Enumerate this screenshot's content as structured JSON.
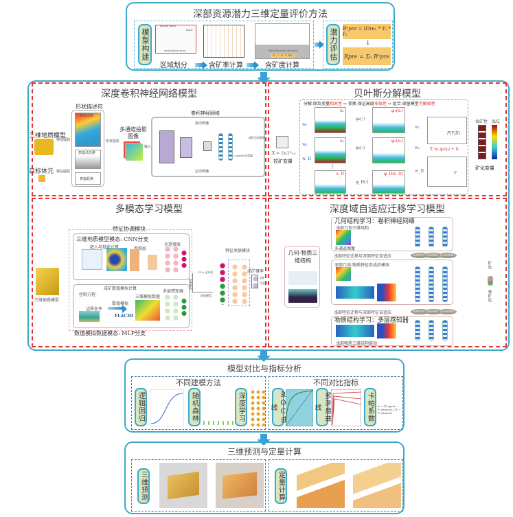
{
  "top": {
    "title": "深部资源潜力三维定量评价方法",
    "build_label": "模型构建",
    "steps": [
      "区域划分",
      "含矿率计算",
      "含矿度计算"
    ],
    "map_labels": [
      "model area",
      "fault",
      "evaluation area"
    ],
    "histogram_xlabel": "Mahalanobis distance",
    "histogram_formula": "Fᵢ = Fᵢ * ΔE",
    "assess_label": "潜力评估",
    "formula1": "Rʰpre = IOreₕ * Vᵢ * Fᵢ",
    "formula2": "Rpre = Σₕ Rʰpre"
  },
  "cnn": {
    "title": "深度卷积神经网络模型",
    "descriptor": "形状描述符",
    "feature_function": "特征函数",
    "normal": "表面法向量",
    "distance": "表面距离",
    "geo_model": "三维地质模型",
    "extract1": "特征提取",
    "target": "目标体元",
    "extract2": "特征提取",
    "projection": "形状投影",
    "multi_image": "多通道投影图像",
    "input": "输入",
    "network": "卷积神经网络",
    "backprop": "反向传播",
    "forward": "正向传播",
    "classifier": "Logistic分类器",
    "posterior": "成矿后验概率"
  },
  "bayes": {
    "title": "贝叶斯分解模型",
    "header": [
      {
        "text": "分解-顾及变量",
        "red": "相关性"
      },
      {
        "text": "变换-保证高度",
        "red": "非线性"
      },
      {
        "text": "组合-保留模型",
        "red": "可解释性"
      }
    ],
    "X": "X = {xᵢ}ᴰᵢ₌₁",
    "control": "控矿变量",
    "w": [
      "w₁",
      "w₂",
      "w_D"
    ],
    "x": [
      "x₁",
      "x₂",
      "x_D"
    ],
    "phi": [
      "φ₁(·)",
      "φ₂(·)",
      "φ_D(·)"
    ],
    "phix": [
      "φ₁(x₁)",
      "φ₂(x₂)",
      "φ_D(x_D)"
    ],
    "w_out": [
      "w₁",
      "w₂",
      "w_D"
    ],
    "py": "P(Y|X)",
    "sum": "Σ wᵢ φᵢ(xᵢ) + b",
    "y": "Y",
    "ore": "含矿性",
    "grade": "品位",
    "mineral": "矿化变量",
    "dots": "⋮"
  },
  "multi": {
    "title": "多模态学习模型",
    "coord": "特征协调模块",
    "cnn_branch": "三维地质模型模态: CNN分支",
    "embed": "嵌入与投影计算",
    "conv": "卷积层",
    "fc": "全连接层",
    "sim": "成矿数值模拟计算",
    "equation": "控制方程",
    "boundary": "边界条件",
    "numsim": "数值模拟",
    "flac": "FLAC3D",
    "simdata": "三维模拟数据",
    "mlp": "多层感知器",
    "mlp_branch": "数值模拟数据模态: MLP分支",
    "geo": "三维地质模型",
    "cca": "CCA 正则化",
    "geo_m": "地质模型",
    "num_m": "数值模拟",
    "assoc": "特征关联模块",
    "prob": "成矿概率",
    "yes": "含矿",
    "no": "不含矿"
  },
  "transfer": {
    "title": "深度域自适应迁移学习模型",
    "geo_learn": "几何结构学习：卷积神经网络",
    "shallow_geo": "浅部几何三维结构",
    "multi_img": "多通道图像",
    "adapt1": "浅部特征迁移与深部特征自适应",
    "deep_module": "深部几何-物质特征自适应模块",
    "adapt2": "浅部特征迁移与深部特征自适应",
    "mat_learn": "物质结构学习：多层感知器",
    "shallow_mat": "浅部物质三维结构驱动",
    "input": "几何-物质三维结构",
    "sammd": "SAMMD",
    "min": "矿化",
    "nonmin": "非矿化"
  },
  "compare": {
    "title": "模型对比与指标分析",
    "methods": "不同建模方法",
    "method_labels": [
      "逻辑回归",
      "随机森林",
      "深度学习"
    ],
    "metrics": "不同对比指标",
    "metric_labels": [
      "ROC曲线",
      "预测度曲线",
      "卡帕系数"
    ],
    "kappa": "κ = (P_agree − P_chance) / (1 − P_chance)"
  },
  "final": {
    "title": "三维预测与定量计算",
    "predict": "三维预测",
    "calc": "定量计算"
  },
  "colors": {
    "teal": "#3aa9c8",
    "red_dash": "#e53030",
    "label_green": "#d8e6c4",
    "formula_orange": "#f8c86c",
    "arrow_blue": "#3aa0d6"
  }
}
